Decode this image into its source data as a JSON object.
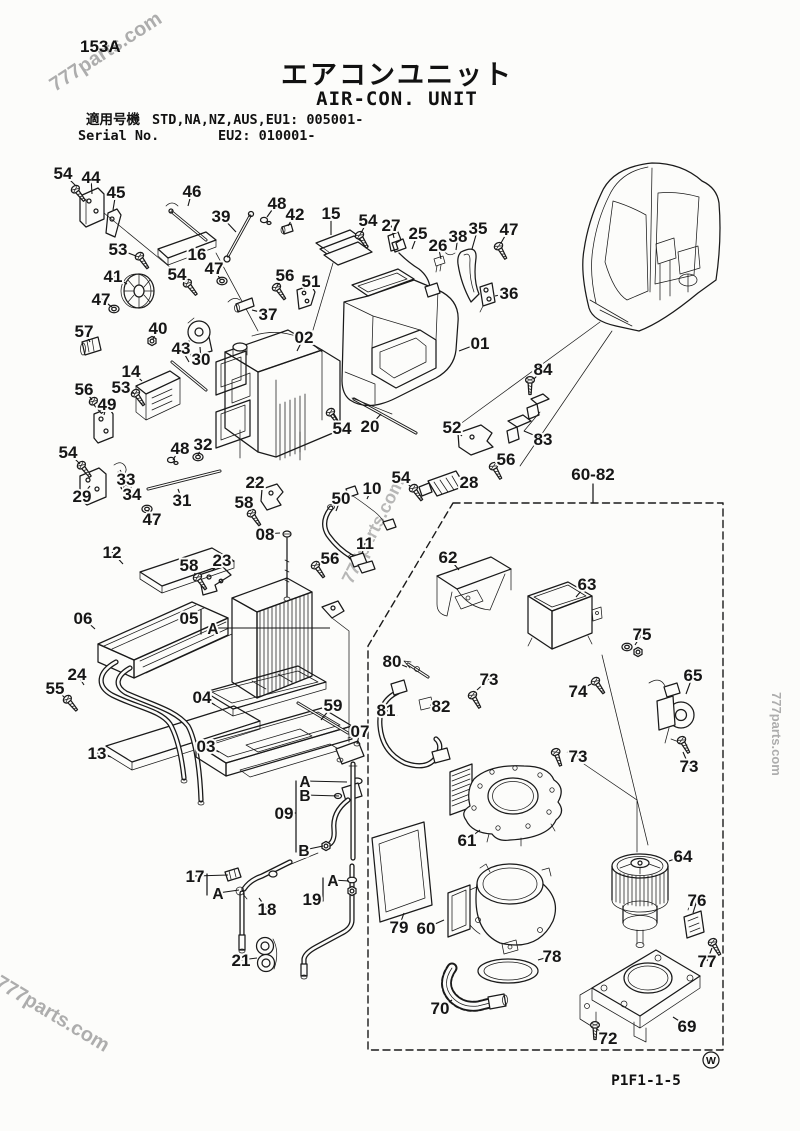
{
  "page": {
    "page_number": "153A",
    "title_jp": "エアコンユニット",
    "title_en": "AIR-CON. UNIT",
    "applicability_label_jp": "適用号機",
    "applicability_label_en": "Serial No.",
    "serial_line_1": "STD,NA,NZ,AUS,EU1: 005001-",
    "serial_line_2": "EU2: 010001-",
    "figure_code": "P1F1-1-5",
    "watermark": "777parts.com",
    "publisher_mark": "W"
  },
  "diagram": {
    "ink": "#1a1a1a",
    "paper": "#fcfcfa",
    "watermark_color": "#9a9a9a",
    "group_box": {
      "label": "60-82"
    },
    "labels": [
      [
        "54",
        63,
        173,
        76,
        186
      ],
      [
        "44",
        91,
        177,
        92,
        194
      ],
      [
        "45",
        116,
        192,
        113,
        210
      ],
      [
        "46",
        192,
        191,
        188,
        206
      ],
      [
        "39",
        221,
        216,
        236,
        232
      ],
      [
        "48",
        277,
        203,
        267,
        217
      ],
      [
        "42",
        295,
        214,
        288,
        226
      ],
      [
        "15",
        331,
        213,
        331,
        235
      ],
      [
        "54",
        368,
        220,
        361,
        233
      ],
      [
        "27",
        391,
        225,
        394,
        238
      ],
      [
        "25",
        418,
        233,
        412,
        249
      ],
      [
        "26",
        438,
        245,
        441,
        259
      ],
      [
        "38",
        458,
        236,
        456,
        250
      ],
      [
        "35",
        478,
        228,
        472,
        249
      ],
      [
        "47",
        509,
        229,
        501,
        243
      ],
      [
        "53",
        118,
        249,
        136,
        256
      ],
      [
        "16",
        197,
        254,
        188,
        252
      ],
      [
        "41",
        113,
        276,
        127,
        284
      ],
      [
        "54",
        177,
        274,
        186,
        282
      ],
      [
        "47",
        214,
        268,
        220,
        279
      ],
      [
        "56",
        285,
        275,
        277,
        286
      ],
      [
        "51",
        311,
        281,
        304,
        289
      ],
      [
        "37",
        268,
        314,
        252,
        310
      ],
      [
        "47",
        101,
        299,
        112,
        307
      ],
      [
        "57",
        84,
        331,
        90,
        342
      ],
      [
        "40",
        158,
        328,
        153,
        339
      ],
      [
        "43",
        181,
        348,
        189,
        362
      ],
      [
        "30",
        201,
        359,
        200,
        347
      ],
      [
        "02",
        304,
        337,
        297,
        351
      ],
      [
        "01",
        480,
        343,
        459,
        351
      ],
      [
        "14",
        131,
        371,
        142,
        381
      ],
      [
        "53",
        121,
        387,
        134,
        393
      ],
      [
        "56",
        84,
        389,
        92,
        400
      ],
      [
        "49",
        107,
        404,
        104,
        415
      ],
      [
        "84",
        543,
        369,
        534,
        379
      ],
      [
        "83",
        543,
        439,
        524,
        431
      ],
      [
        "52",
        452,
        427,
        462,
        436
      ],
      [
        "20",
        370,
        426,
        381,
        414
      ],
      [
        "54",
        342,
        428,
        333,
        414
      ],
      [
        "36",
        509,
        293,
        495,
        296
      ],
      [
        "54",
        68,
        452,
        80,
        464
      ],
      [
        "48",
        180,
        448,
        173,
        460
      ],
      [
        "32",
        203,
        444,
        198,
        455
      ],
      [
        "29",
        82,
        496,
        90,
        486
      ],
      [
        "33",
        126,
        479,
        120,
        470
      ],
      [
        "34",
        132,
        494,
        127,
        488
      ],
      [
        "31",
        182,
        500,
        178,
        489
      ],
      [
        "47",
        152,
        519,
        148,
        511
      ],
      [
        "22",
        255,
        482,
        265,
        489
      ],
      [
        "58",
        244,
        502,
        251,
        511
      ],
      [
        "50",
        341,
        498,
        336,
        511
      ],
      [
        "54",
        401,
        477,
        411,
        487
      ],
      [
        "56",
        506,
        459,
        497,
        466
      ],
      [
        "28",
        469,
        482,
        459,
        489
      ],
      [
        "60-82",
        593,
        474
      ],
      [
        "08",
        265,
        534,
        280,
        533
      ],
      [
        "10",
        372,
        488,
        367,
        499
      ],
      [
        "11",
        365,
        543,
        362,
        554
      ],
      [
        "56",
        330,
        558,
        319,
        564
      ],
      [
        "12",
        112,
        552,
        123,
        564
      ],
      [
        "58",
        189,
        565,
        196,
        575
      ],
      [
        "23",
        222,
        560,
        212,
        571
      ],
      [
        "06",
        83,
        618,
        95,
        629
      ],
      [
        "05",
        189,
        618
      ],
      [
        "A",
        213,
        628,
        330,
        628
      ],
      [
        "24",
        77,
        674,
        84,
        685
      ],
      [
        "55",
        55,
        688,
        64,
        697
      ],
      [
        "13",
        97,
        753,
        111,
        757
      ],
      [
        "04",
        202,
        697,
        215,
        705
      ],
      [
        "03",
        206,
        746,
        219,
        752
      ],
      [
        "59",
        333,
        705,
        321,
        720
      ],
      [
        "07",
        360,
        731,
        357,
        744
      ],
      [
        "62",
        448,
        557,
        459,
        570
      ],
      [
        "63",
        587,
        584,
        576,
        597
      ],
      [
        "75",
        642,
        634,
        635,
        645
      ],
      [
        "74",
        578,
        691,
        591,
        684
      ],
      [
        "65",
        693,
        675,
        686,
        694
      ],
      [
        "80",
        392,
        661,
        407,
        667
      ],
      [
        "73",
        489,
        679,
        477,
        690
      ],
      [
        "82",
        441,
        706,
        430,
        705
      ],
      [
        "81",
        386,
        710,
        397,
        716
      ],
      [
        "73",
        578,
        756,
        567,
        752
      ],
      [
        "73",
        689,
        766,
        683,
        752
      ],
      [
        "61",
        467,
        840,
        480,
        830
      ],
      [
        "64",
        683,
        856,
        669,
        861
      ],
      [
        "79",
        399,
        927,
        404,
        913
      ],
      [
        "60",
        426,
        928,
        444,
        920
      ],
      [
        "76",
        697,
        900,
        693,
        913
      ],
      [
        "77",
        707,
        961,
        712,
        948
      ],
      [
        "78",
        552,
        956,
        538,
        960
      ],
      [
        "70",
        440,
        1008,
        452,
        1000
      ],
      [
        "72",
        608,
        1038,
        597,
        1029
      ],
      [
        "69",
        687,
        1026,
        673,
        1017
      ],
      [
        "09",
        284,
        813
      ],
      [
        "A",
        305,
        781,
        347,
        782
      ],
      [
        "B",
        305,
        795,
        339,
        796
      ],
      [
        "B",
        304,
        850,
        323,
        846
      ],
      [
        "17",
        195,
        876,
        228,
        875
      ],
      [
        "A",
        218,
        893,
        239,
        890
      ],
      [
        "18",
        267,
        909,
        259,
        898
      ],
      [
        "19",
        312,
        899
      ],
      [
        "A",
        333,
        880,
        349,
        881
      ],
      [
        "21",
        241,
        960,
        257,
        958
      ]
    ]
  }
}
